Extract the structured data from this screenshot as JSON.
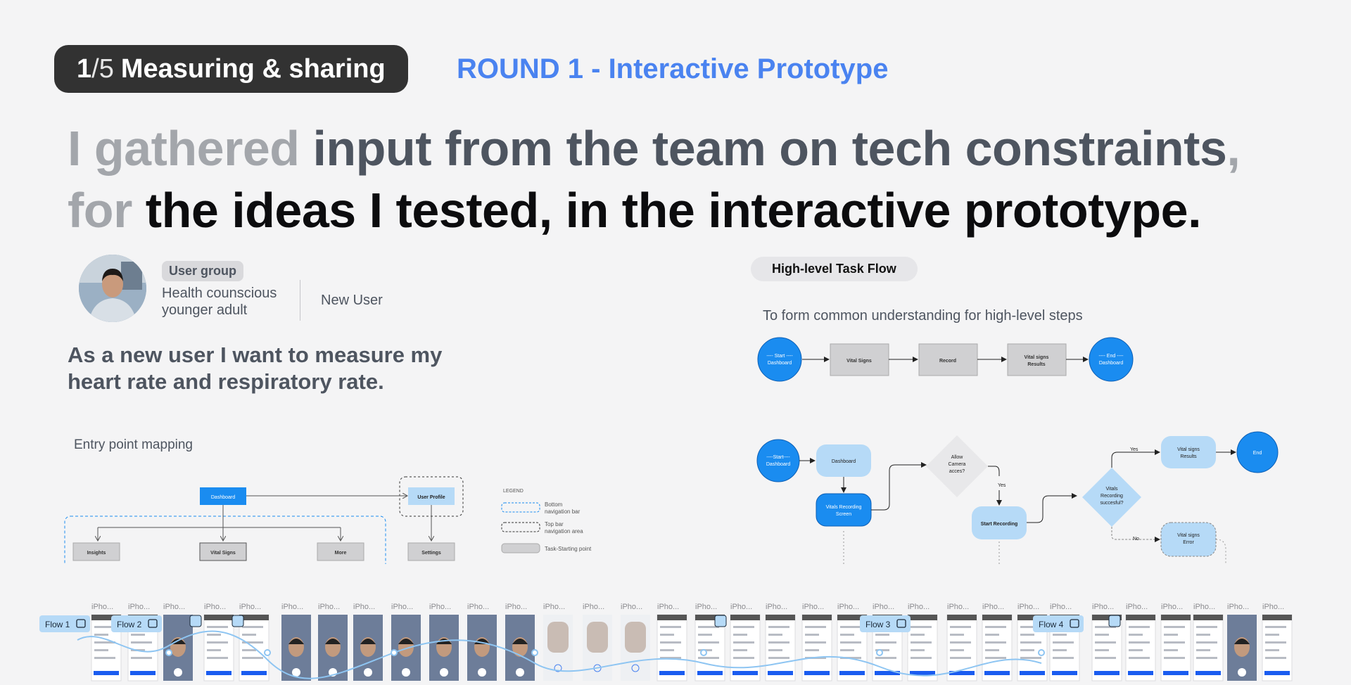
{
  "header": {
    "step_current": "1",
    "step_total": "/5",
    "section_title": "Measuring & sharing",
    "round_label": "ROUND 1 - Interactive Prototype"
  },
  "headline": {
    "line1_part1": "I gathered ",
    "line1_part2": "input from the team on tech constraints",
    "line1_part3": ",",
    "line2_part1": "for ",
    "line2_part2": "the ideas I tested, in the interactive prototype."
  },
  "persona": {
    "badge": "User group",
    "description": "Health counscious younger adult",
    "type": "New User",
    "story": "As a new user I want to measure my heart rate and respiratory rate."
  },
  "entry_mapping": {
    "title": "Entry point mapping",
    "nodes": {
      "dashboard": "Dashboard",
      "user_profile": "User Profile",
      "insights": "Insights",
      "vital_signs": "Vital Signs",
      "more": "More",
      "settings": "Settings"
    },
    "legend": {
      "title": "LEGEND",
      "bottom_nav_1": "Bottom",
      "bottom_nav_2": "navigation bar",
      "top_bar_1": "Top bar",
      "top_bar_2": "navigation area",
      "task_start": "Task-Starting point"
    }
  },
  "task_flow": {
    "badge": "High-level Task Flow",
    "subtitle": "To form common understanding for high-level steps",
    "high_level": {
      "start_1": "---- Start ----",
      "start_2": "Dashboard",
      "vital_signs": "Vital Signs",
      "record": "Record",
      "results_1": "Vital signs",
      "results_2": "Results",
      "end_1": "---- End ----",
      "end_2": "Dashboard"
    },
    "detailed": {
      "start_1": "----Start----",
      "start_2": "Dashboard",
      "dashboard": "Dashboard",
      "recording_screen_1": "Vitals Recording",
      "recording_screen_2": "Screen",
      "camera_1": "Allow",
      "camera_2": "Camera",
      "camera_3": "acces?",
      "yes": "Yes",
      "start_recording": "Start Recording",
      "success_1": "Vitals",
      "success_2": "Recording",
      "success_3": "succesful?",
      "yes2": "Yes",
      "no": "No",
      "results_1": "Vital signs",
      "results_2": "Results",
      "end": "End",
      "error_1": "Vital signs",
      "error_2": "Error"
    }
  },
  "flows_strip": {
    "frame_label": "iPho...",
    "flows": [
      "Flow 1",
      "Flow 2",
      "Flow 3",
      "Flow 4"
    ]
  },
  "colors": {
    "accent_blue": "#4a83f0",
    "node_blue": "#1a8cf0",
    "light_blue": "#b6daf7",
    "grey_box": "#d0d0d2",
    "pill_bg": "#323232"
  }
}
